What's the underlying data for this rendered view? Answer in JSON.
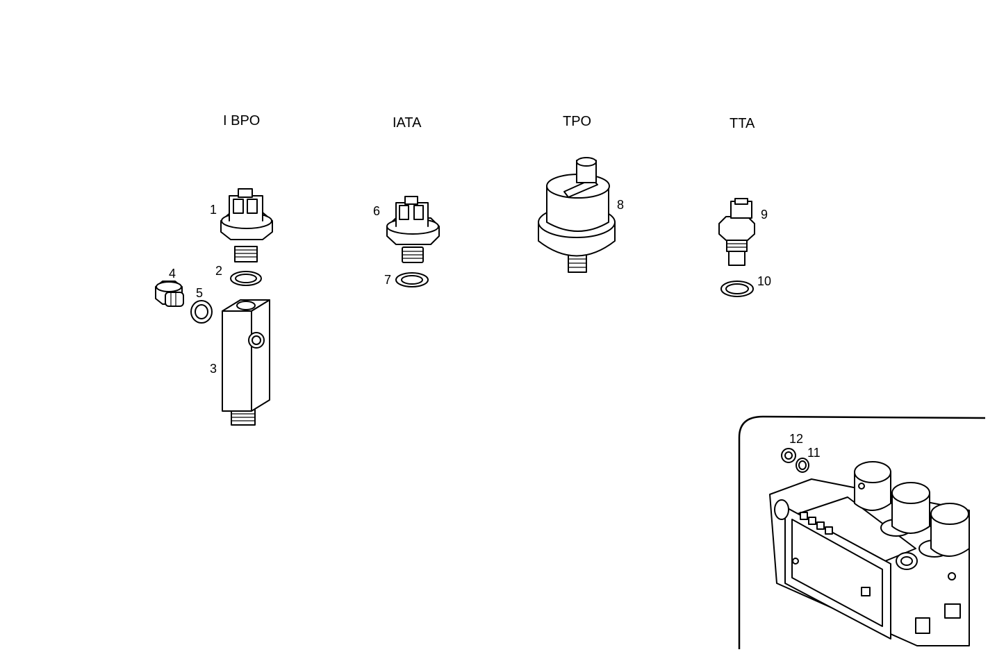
{
  "groups": [
    {
      "title": "I BPO"
    },
    {
      "title": "IATA"
    },
    {
      "title": "TPO"
    },
    {
      "title": "TTA"
    }
  ],
  "callouts": [
    "1",
    "2",
    "3",
    "4",
    "5",
    "6",
    "7",
    "8",
    "9",
    "10",
    "11",
    "12"
  ],
  "parts": [
    {
      "callout": "1",
      "icon": "pressure-switch-icon"
    },
    {
      "callout": "2",
      "icon": "sealing-washer-icon"
    },
    {
      "callout": "3",
      "icon": "adapter-block-icon"
    },
    {
      "callout": "4",
      "icon": "plug-icon"
    },
    {
      "callout": "5",
      "icon": "sealing-washer-icon"
    },
    {
      "callout": "6",
      "icon": "pressure-switch-icon"
    },
    {
      "callout": "7",
      "icon": "sealing-washer-icon"
    },
    {
      "callout": "8",
      "icon": "pressure-sender-icon"
    },
    {
      "callout": "9",
      "icon": "temperature-sender-icon"
    },
    {
      "callout": "10",
      "icon": "sealing-washer-icon"
    },
    {
      "callout": "11",
      "icon": "sealing-washer-icon"
    },
    {
      "callout": "12",
      "icon": "plug-icon"
    }
  ],
  "inset": {
    "icon": "transmission-valve-block-icon"
  }
}
